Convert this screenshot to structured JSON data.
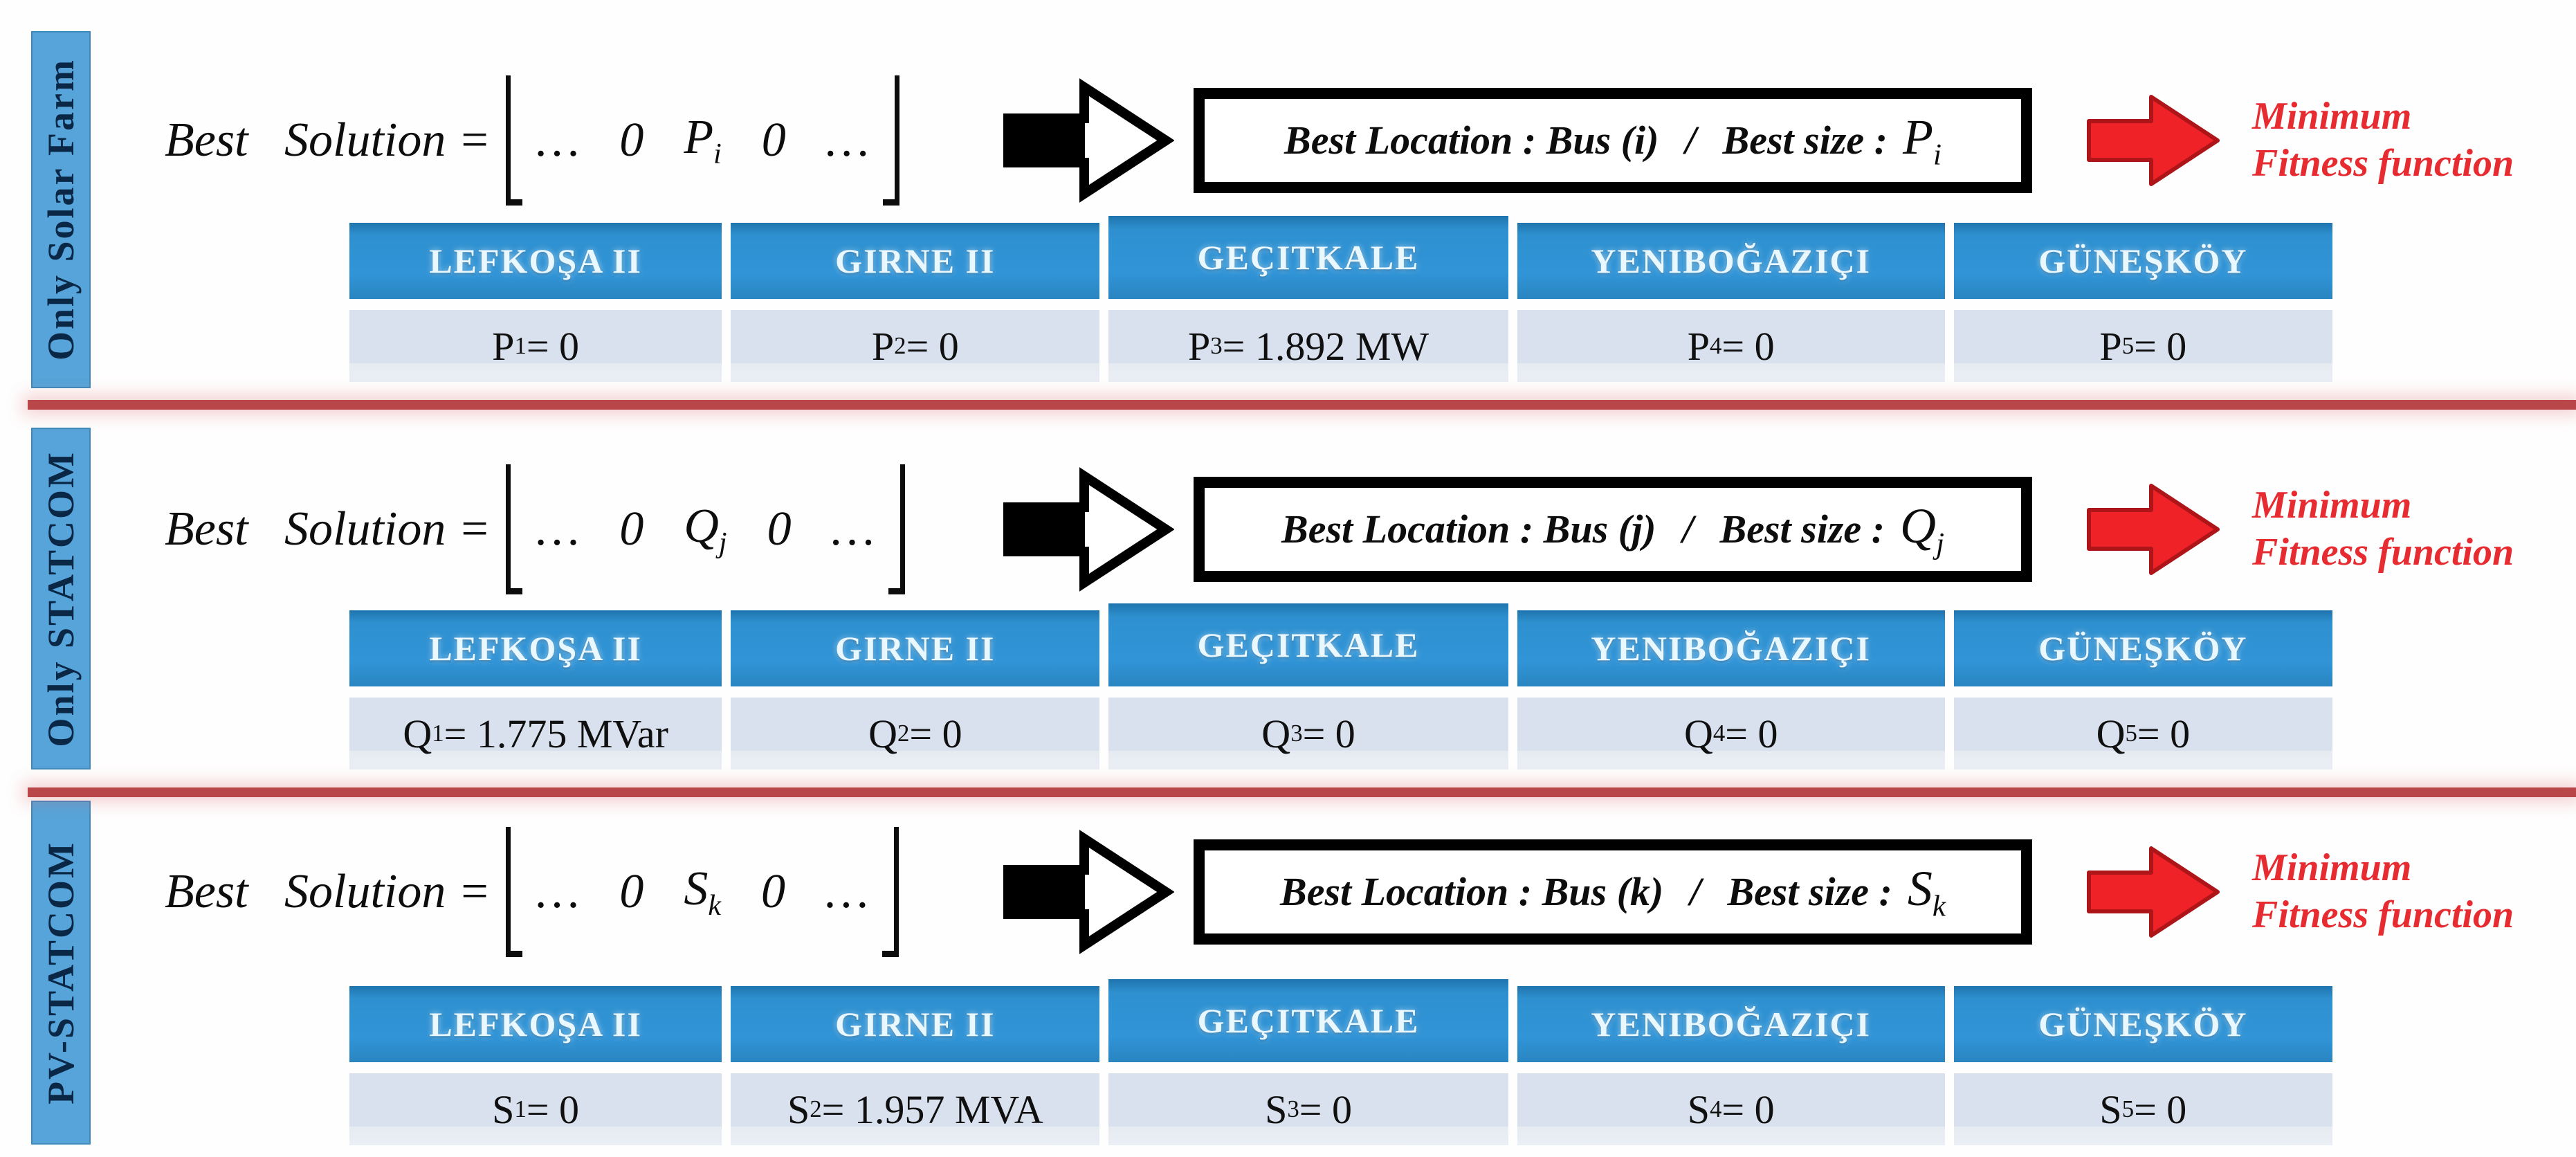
{
  "colors": {
    "header_blue": "#2e90cf",
    "side_strip_blue": "#56a4da",
    "value_row": "#d8e1ed",
    "divider_red": "#b9474a",
    "arrow_red": "#ee2227",
    "fitness_text_red": "#e62b31"
  },
  "sections": [
    {
      "side_label": "Only Solar Farm",
      "equation": {
        "lhs": "Best   Solution =",
        "dots_left": "…",
        "zero_left": "0",
        "sym": "P",
        "sub": "i",
        "zero_right": "0",
        "dots_right": "…"
      },
      "result_box": {
        "location": "Best Location : Bus (i)",
        "slash": "/",
        "size_label": "Best size :",
        "sym": "P",
        "sub": "i"
      },
      "fitness": {
        "line1": "Minimum",
        "line2": "Fitness function"
      },
      "table": {
        "headers": [
          "LEFKOŞA II",
          "GIRNE II",
          "GEÇITKALE",
          "YENIBOĞAZIÇI",
          "GÜNEŞKÖY"
        ],
        "values": [
          {
            "sym": "P",
            "sub": "1",
            "rest": "= 0"
          },
          {
            "sym": "P",
            "sub": "2",
            "rest": "= 0"
          },
          {
            "sym": "P",
            "sub": "3",
            "rest": "= 1.892 MW"
          },
          {
            "sym": "P",
            "sub": "4",
            "rest": "= 0"
          },
          {
            "sym": "P",
            "sub": "5",
            "rest": "= 0"
          }
        ]
      }
    },
    {
      "side_label": "Only STATCOM",
      "equation": {
        "lhs": "Best   Solution =",
        "dots_left": "…",
        "zero_left": "0",
        "sym": "Q",
        "sub": "j",
        "zero_right": "0",
        "dots_right": "…"
      },
      "result_box": {
        "location": "Best Location : Bus (j)",
        "slash": "/",
        "size_label": "Best size :",
        "sym": "Q",
        "sub": "j"
      },
      "fitness": {
        "line1": "Minimum",
        "line2": "Fitness function"
      },
      "table": {
        "headers": [
          "LEFKOŞA II",
          "GIRNE II",
          "GEÇITKALE",
          "YENIBOĞAZIÇI",
          "GÜNEŞKÖY"
        ],
        "values": [
          {
            "sym": "Q",
            "sub": "1",
            "rest": "= 1.775 MVar"
          },
          {
            "sym": "Q",
            "sub": "2",
            "rest": "= 0"
          },
          {
            "sym": "Q",
            "sub": "3",
            "rest": "= 0"
          },
          {
            "sym": "Q",
            "sub": "4",
            "rest": "= 0"
          },
          {
            "sym": "Q",
            "sub": "5",
            "rest": "= 0"
          }
        ]
      }
    },
    {
      "side_label": "PV-STATCOM",
      "equation": {
        "lhs": "Best   Solution =",
        "dots_left": "…",
        "zero_left": "0",
        "sym": "S",
        "sub": "k",
        "zero_right": "0",
        "dots_right": "…"
      },
      "result_box": {
        "location": "Best Location : Bus (k)",
        "slash": "/",
        "size_label": "Best size :",
        "sym": "S",
        "sub": "k"
      },
      "fitness": {
        "line1": "Minimum",
        "line2": "Fitness function"
      },
      "table": {
        "headers": [
          "LEFKOŞA II",
          "GIRNE II",
          "GEÇITKALE",
          "YENIBOĞAZIÇI",
          "GÜNEŞKÖY"
        ],
        "values": [
          {
            "sym": "S",
            "sub": "1",
            "rest": "= 0"
          },
          {
            "sym": "S",
            "sub": "2",
            "rest": "= 1.957 MVA"
          },
          {
            "sym": "S",
            "sub": "3",
            "rest": "= 0"
          },
          {
            "sym": "S",
            "sub": "4",
            "rest": "= 0"
          },
          {
            "sym": "S",
            "sub": "5",
            "rest": "= 0"
          }
        ]
      }
    }
  ]
}
